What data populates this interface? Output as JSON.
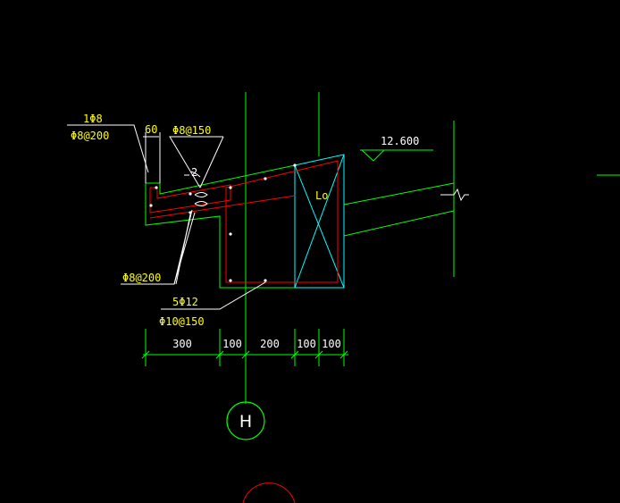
{
  "colors": {
    "background": "#000000",
    "concrete_outline": "#00ff00",
    "beam_outline": "#00ffff",
    "rebar": "#ff0000",
    "rebar_dots": "#ffffff",
    "leader_lines": "#ffffff",
    "text": "#ffff00",
    "axis_bubble": "#00ff00"
  },
  "annotations": {
    "top_bar": "1Φ8",
    "top_stirrup": "Φ8@200",
    "cover": "60",
    "slab_rebar": "Φ8@150",
    "bottom_stirrup": "Φ8@200",
    "main_rebar": "5Φ12",
    "stirrup": "Φ10@150",
    "beam_label": "Lo",
    "elevation": "12.600",
    "cross_ref": "2"
  },
  "dimensions": [
    "300",
    "100",
    "200",
    "100",
    "100"
  ],
  "axis": {
    "label": "H"
  }
}
